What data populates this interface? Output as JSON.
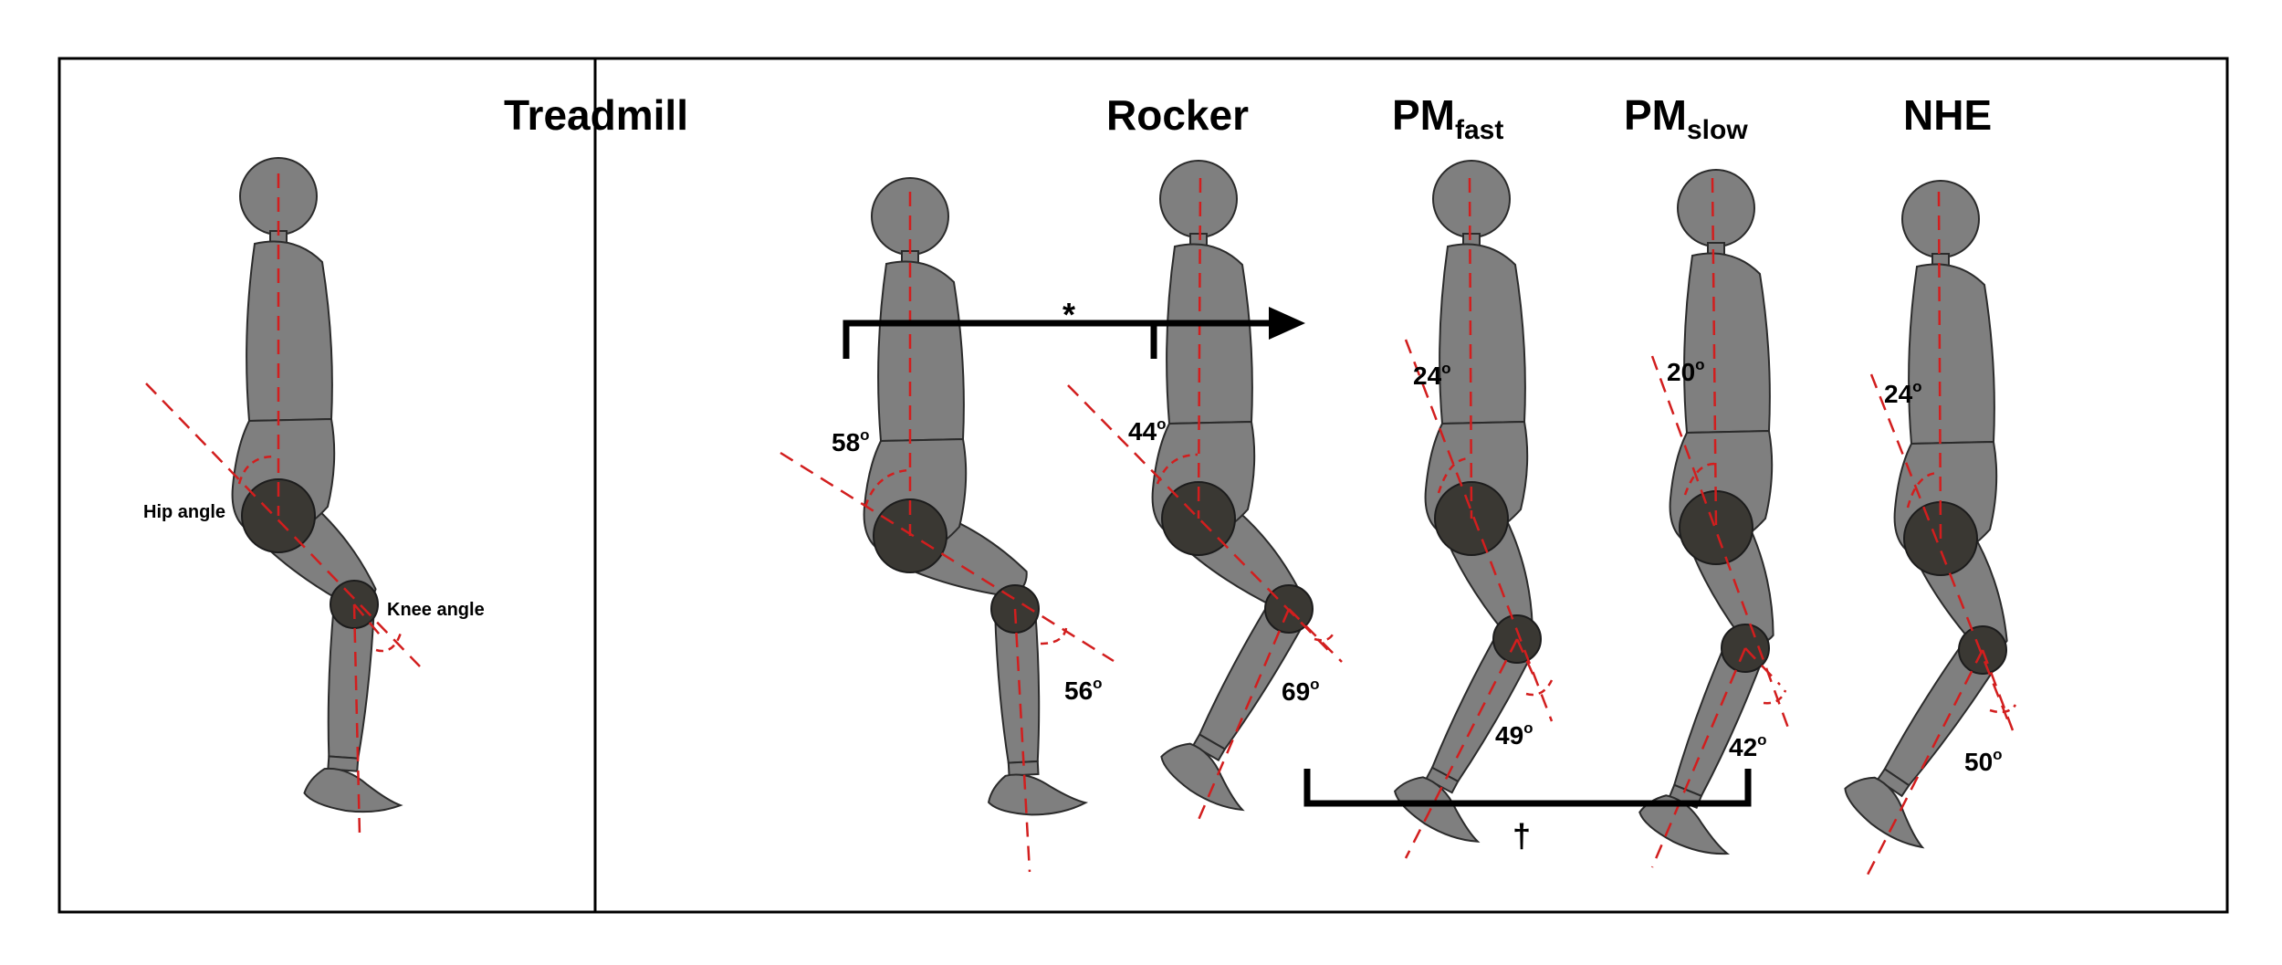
{
  "reference_panel": {
    "hip_label": "Hip angle",
    "knee_label": "Knee angle"
  },
  "conditions": [
    {
      "id": "treadmill",
      "title": "Treadmill",
      "subscript": "",
      "hip_angle": "58",
      "knee_angle": "56"
    },
    {
      "id": "rocker",
      "title": "Rocker",
      "subscript": "",
      "hip_angle": "44",
      "knee_angle": "69"
    },
    {
      "id": "pm_fast",
      "title": "PM",
      "subscript": "fast",
      "hip_angle": "24",
      "knee_angle": "49"
    },
    {
      "id": "pm_slow",
      "title": "PM",
      "subscript": "slow",
      "hip_angle": "20",
      "knee_angle": "42"
    },
    {
      "id": "nhe",
      "title": "NHE",
      "subscript": "",
      "hip_angle": "24",
      "knee_angle": "50"
    }
  ],
  "degree_symbol": "o",
  "significance": {
    "hip_marker": "*",
    "knee_marker": "†"
  },
  "colors": {
    "body": "#7f7f7f",
    "joint": "#3a3833",
    "axis_lines": "#d21e1e",
    "frame": "#000000"
  }
}
